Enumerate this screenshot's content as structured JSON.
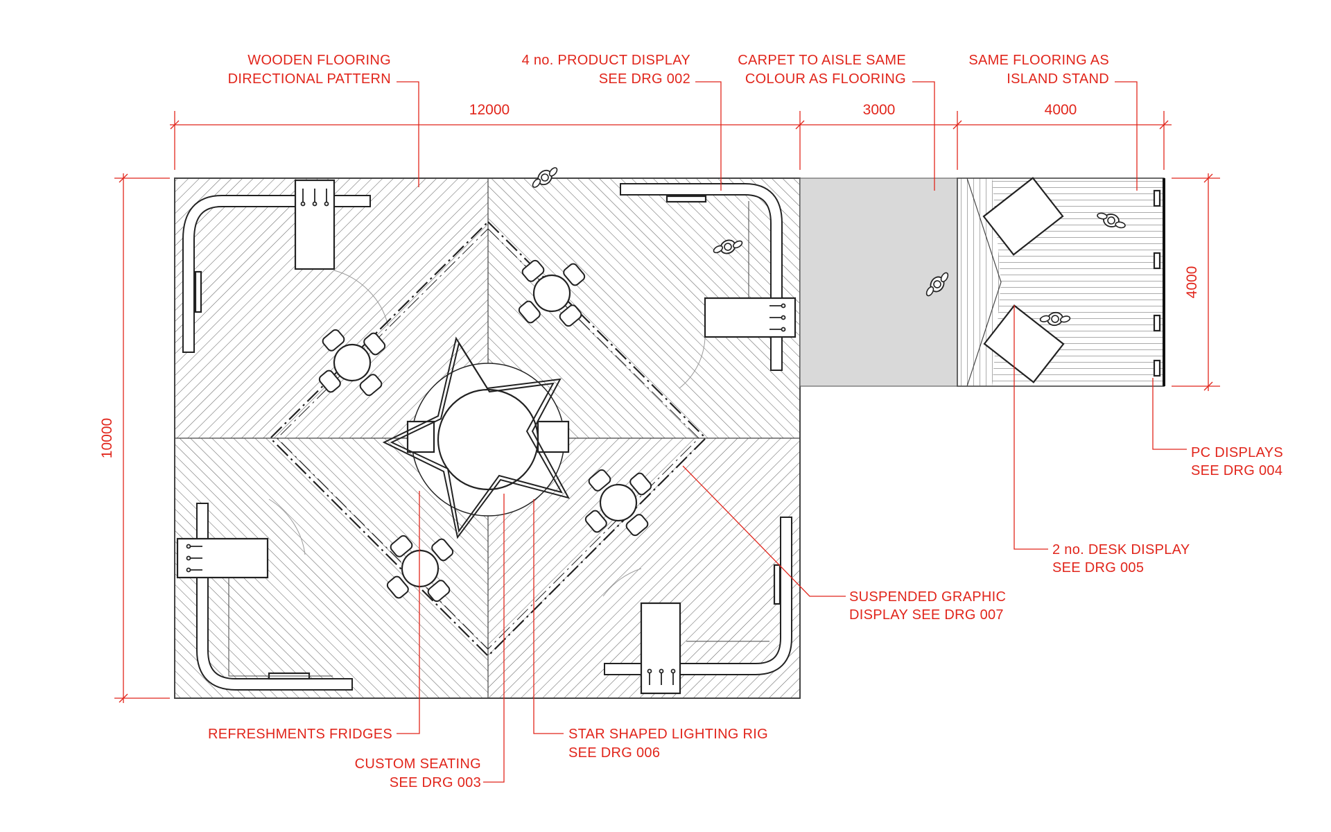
{
  "annotations": {
    "wooden_flooring": [
      "WOODEN FLOORING",
      "DIRECTIONAL PATTERN"
    ],
    "product_display": [
      "4 no. PRODUCT DISPLAY",
      "SEE DRG 002"
    ],
    "carpet": [
      "CARPET TO AISLE SAME",
      "COLOUR AS FLOORING"
    ],
    "same_flooring": [
      "SAME FLOORING AS",
      "ISLAND STAND"
    ],
    "pc_displays": [
      "PC DISPLAYS",
      "SEE DRG 004"
    ],
    "desk_display": [
      "2 no. DESK DISPLAY",
      "SEE DRG 005"
    ],
    "suspended_graphic": [
      "SUSPENDED GRAPHIC",
      "DISPLAY SEE DRG 007"
    ],
    "refreshments": [
      "REFRESHMENTS FRIDGES"
    ],
    "custom_seating": [
      "CUSTOM SEATING",
      "SEE DRG 003"
    ],
    "lighting_rig": [
      "STAR SHAPED LIGHTING RIG",
      "SEE DRG 006"
    ]
  },
  "dimensions": {
    "island_width": "12000",
    "aisle_width": "3000",
    "side_stand_width": "4000",
    "island_depth": "10000",
    "side_stand_depth": "4000"
  },
  "colors": {
    "annotation": "#e1251b",
    "ink": "#222222",
    "carpet": "#d9d9d9"
  }
}
